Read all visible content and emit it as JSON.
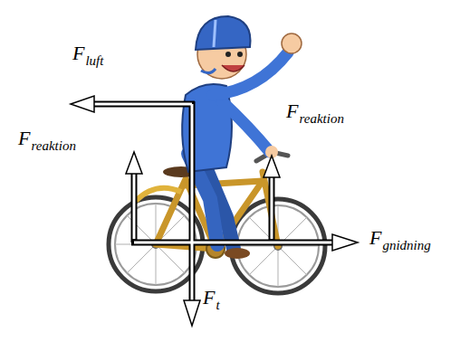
{
  "diagram": {
    "labels": [
      "F",
      "luft",
      "F",
      "reaktion",
      "F",
      "reaktion",
      "F",
      "gnidning",
      "F",
      "t"
    ]
  }
}
